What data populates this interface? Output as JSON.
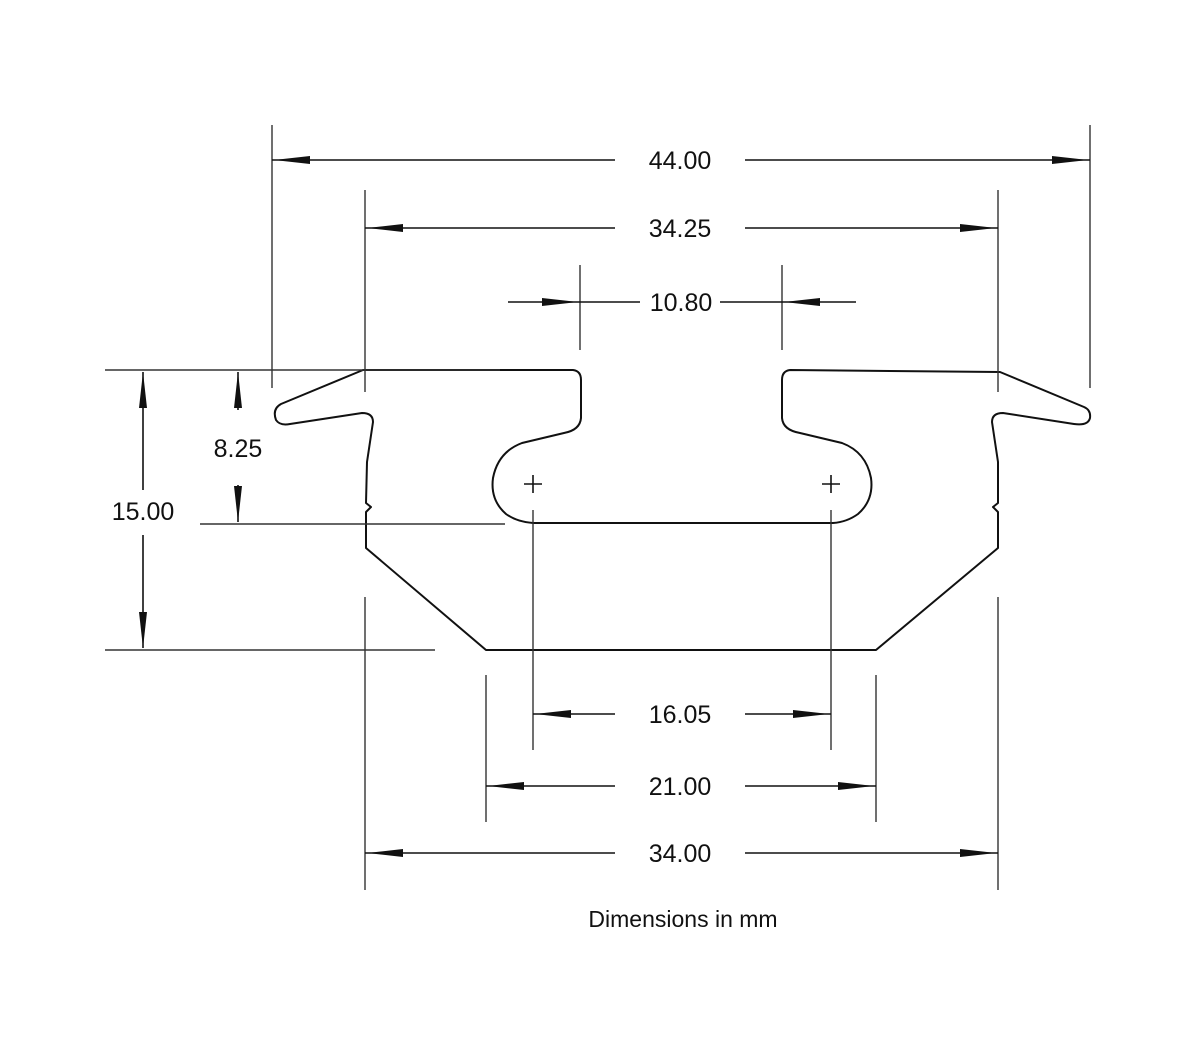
{
  "dimensions": {
    "overall_top_width": "44.00",
    "body_top_width": "34.25",
    "slot_opening": "10.80",
    "height_total": "15.00",
    "slot_depth": "8.25",
    "hole_spacing": "16.05",
    "bottom_flat_width": "21.00",
    "body_bottom_width": "34.00"
  },
  "caption": "Dimensions in mm"
}
